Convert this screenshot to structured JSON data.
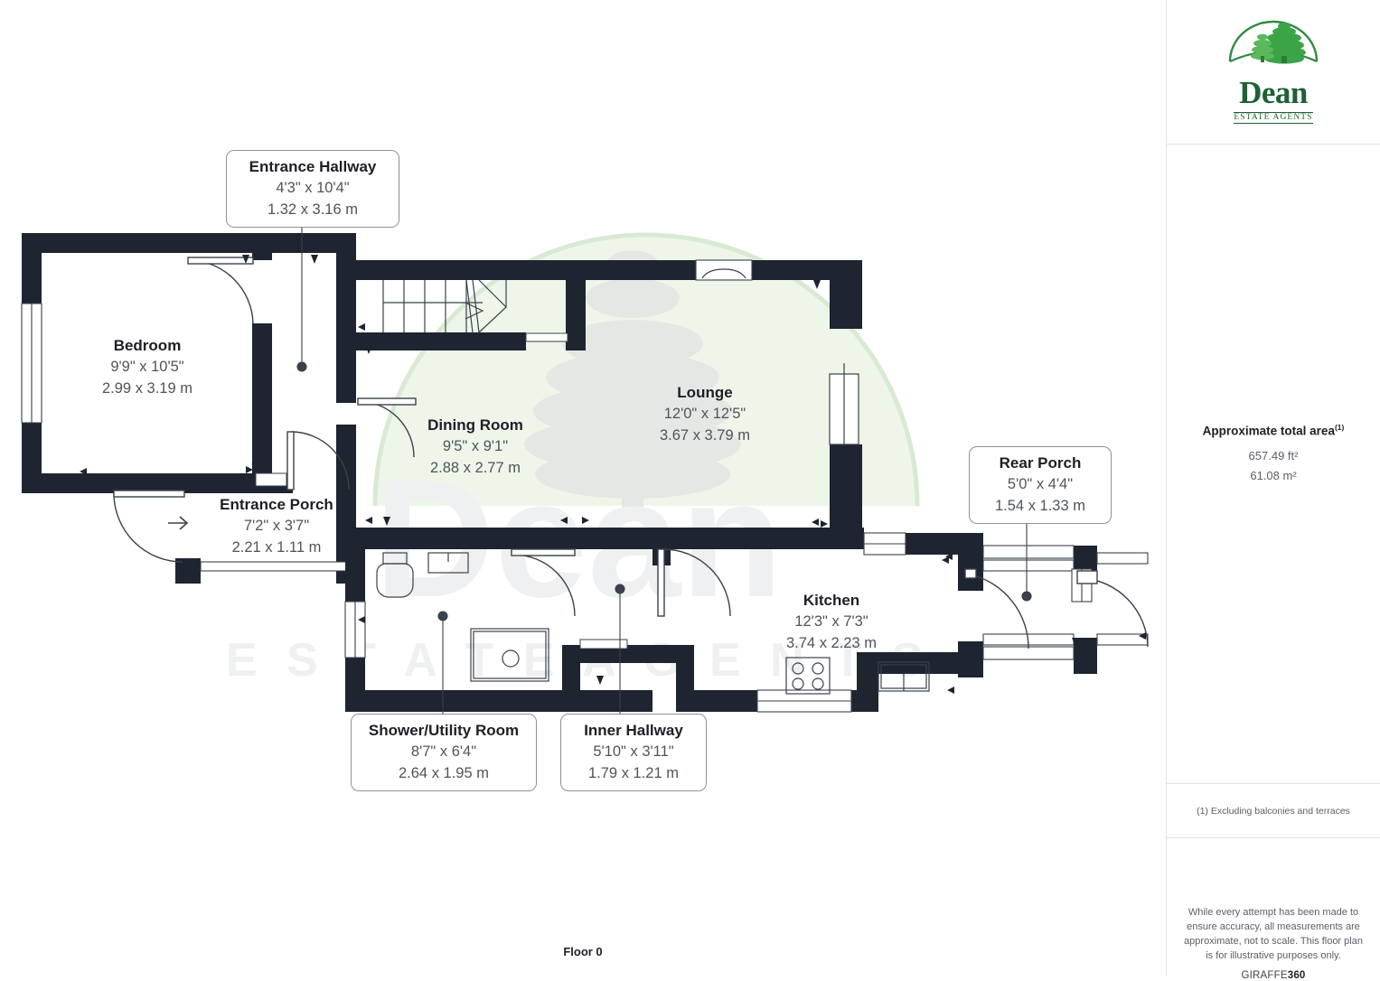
{
  "branding": {
    "logo_word": "Dean",
    "logo_subtitle": "ESTATE AGENTS",
    "logo_color": "#1f6134",
    "provider": "GIRAFFE",
    "provider_bold": "360"
  },
  "area_summary": {
    "title": "Approximate total area",
    "footnote_marker": "(1)",
    "imperial": "657.49 ft²",
    "metric": "61.08 m²"
  },
  "notes": {
    "exclusion": "(1) Excluding balconies and terraces",
    "disclaimer": "While every attempt has been made to ensure accuracy, all measurements are approximate, not to scale. This floor plan is for illustrative purposes only."
  },
  "floor": {
    "caption": "Floor 0"
  },
  "watermark": {
    "line1": "Dean",
    "line2": "ESTATE AGENTS"
  },
  "rooms": [
    {
      "key": "entrance_hallway",
      "name": "Entrance Hallway",
      "imperial": "4'3\" x 10'4\"",
      "metric": "1.32 x 3.16 m",
      "boxed": true
    },
    {
      "key": "bedroom",
      "name": "Bedroom",
      "imperial": "9'9\" x 10'5\"",
      "metric": "2.99 x 3.19 m",
      "boxed": false
    },
    {
      "key": "dining_room",
      "name": "Dining Room",
      "imperial": "9'5\" x 9'1\"",
      "metric": "2.88 x 2.77 m",
      "boxed": false
    },
    {
      "key": "lounge",
      "name": "Lounge",
      "imperial": "12'0\" x 12'5\"",
      "metric": "3.67 x 3.79 m",
      "boxed": false
    },
    {
      "key": "entrance_porch",
      "name": "Entrance Porch",
      "imperial": "7'2\" x 3'7\"",
      "metric": "2.21 x 1.11 m",
      "boxed": false
    },
    {
      "key": "rear_porch",
      "name": "Rear Porch",
      "imperial": "5'0\" x 4'4\"",
      "metric": "1.54 x 1.33 m",
      "boxed": true
    },
    {
      "key": "kitchen",
      "name": "Kitchen",
      "imperial": "12'3\" x 7'3\"",
      "metric": "3.74 x 2.23 m",
      "boxed": false
    },
    {
      "key": "shower_utility_room",
      "name": "Shower/Utility Room",
      "imperial": "8'7\" x 6'4\"",
      "metric": "2.64 x 1.95 m",
      "boxed": true
    },
    {
      "key": "inner_hallway",
      "name": "Inner Hallway",
      "imperial": "5'10\" x 3'11\"",
      "metric": "1.79 x 1.21 m",
      "boxed": true
    }
  ],
  "colors": {
    "wall": "#1e2430",
    "wall_light": "#2c3442",
    "outline": "#8d9299",
    "text_dark": "#1c1f26",
    "text_muted": "#4e545c",
    "watermark_green": "#eaf2e6",
    "watermark_grey": "#eceef0",
    "background": "#ffffff"
  }
}
